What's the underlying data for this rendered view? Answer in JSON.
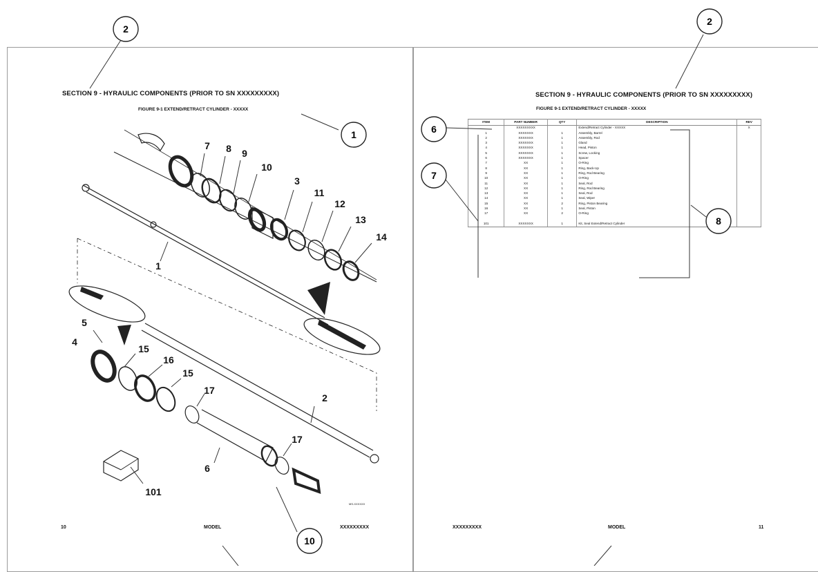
{
  "left_page": {
    "section_title": "SECTION 9 - HYRAULIC COMPONENTS (PRIOR TO SN XXXXXXXXX)",
    "figure_title": "FIGURE 9-1 EXTEND/RETRACT CYLINDER - XXXXX",
    "footer": {
      "page_number": "10",
      "model": "MODEL",
      "serial": "XXXXXXXXX"
    },
    "drawing_id": "MS-XXXXXX"
  },
  "right_page": {
    "section_title": "SECTION 9 - HYRAULIC COMPONENTS (PRIOR TO SN XXXXXXXXX)",
    "figure_title": "FIGURE 9-1 EXTEND/RETRACT CYLINDER - XXXXX",
    "footer": {
      "serial": "XXXXXXXXX",
      "model": "MODEL",
      "page_number": "11"
    }
  },
  "callouts": [
    "2",
    "1",
    "2",
    "6",
    "7",
    "8",
    "10"
  ],
  "part_numbers": [
    "7",
    "8",
    "9",
    "10",
    "3",
    "11",
    "12",
    "13",
    "14",
    "1",
    "5",
    "4",
    "15",
    "16",
    "15",
    "17",
    "2",
    "17",
    "6",
    "101"
  ],
  "parts_table": {
    "headers": [
      "ITEM",
      "PART NUMBER",
      "QTY",
      "DESCRIPTION",
      "REV"
    ],
    "rows": [
      [
        "",
        "XXXXXXXXX",
        "",
        "Extend/Retract Cylinder - XXXXX",
        "X"
      ],
      [
        "1",
        "XXXXXXX",
        "1",
        "Assembly, Barrel",
        ""
      ],
      [
        "2",
        "XXXXXXX",
        "1",
        "Assembly, Rod",
        ""
      ],
      [
        "3",
        "XXXXXXX",
        "1",
        "Gland",
        ""
      ],
      [
        "4",
        "XXXXXXX",
        "1",
        "Head, Piston",
        ""
      ],
      [
        "5",
        "XXXXXXX",
        "1",
        "Screw, Locking",
        ""
      ],
      [
        "6",
        "XXXXXXX",
        "1",
        "Spacer",
        ""
      ],
      [
        "7",
        "XX",
        "1",
        "O-Ring",
        ""
      ],
      [
        "8",
        "XX",
        "1",
        "Ring, Back-Up",
        ""
      ],
      [
        "9",
        "XX",
        "1",
        "Ring, Rod Bearing",
        ""
      ],
      [
        "10",
        "XX",
        "1",
        "O-Ring",
        ""
      ],
      [
        "11",
        "XX",
        "1",
        "Seal, Rod",
        ""
      ],
      [
        "12",
        "XX",
        "1",
        "Ring, Rod Bearing",
        ""
      ],
      [
        "13",
        "XX",
        "1",
        "Seal, Rod",
        ""
      ],
      [
        "14",
        "XX",
        "1",
        "Seal, Wiper",
        ""
      ],
      [
        "15",
        "XX",
        "2",
        "Ring, Piston Bearing",
        ""
      ],
      [
        "16",
        "XX",
        "1",
        "Seal, Piston",
        ""
      ],
      [
        "17",
        "XX",
        "2",
        "O-Ring",
        ""
      ],
      [
        "",
        "",
        "",
        "",
        ""
      ],
      [
        "101",
        "XXXXXXX",
        "1",
        "Kit, Seal Extend/Retract Cylinder",
        ""
      ]
    ]
  }
}
